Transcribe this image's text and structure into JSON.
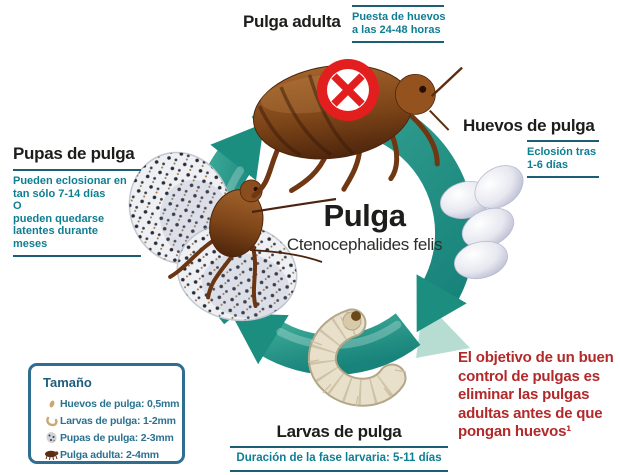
{
  "infographic": {
    "center_title": "Pulga",
    "center_subtitle": "Ctenocephalides felis"
  },
  "stages": {
    "adult": {
      "title": "Pulga adulta",
      "note_line1": "Puesta de huevos",
      "note_line2": "a las 24-48 horas"
    },
    "eggs": {
      "title": "Huevos de pulga",
      "note_line1": "Eclosión tras",
      "note_line2": "1-6 días"
    },
    "pupae": {
      "title": "Pupas de pulga",
      "note_lines": [
        "Pueden eclosionar en",
        "tan sólo 7-14 días",
        "O",
        "pueden quedarse",
        "latentes durante",
        "meses"
      ]
    },
    "larvae": {
      "title": "Larvas de pulga",
      "note": "Duración de la fase larvaria: 5-11 días"
    }
  },
  "size_legend": {
    "title": "Tamaño",
    "items": [
      {
        "icon": "egg-icon",
        "label": "Huevos de pulga: 0,5mm"
      },
      {
        "icon": "larva-icon",
        "label": "Larvas de pulga: 1-2mm"
      },
      {
        "icon": "pupa-icon",
        "label": "Pupas de pulga: 2-3mm"
      },
      {
        "icon": "adult-flea-icon",
        "label": "Pulga adulta: 2-4mm"
      }
    ]
  },
  "callout": {
    "text": "El objetivo de un buen control de pulgas es eliminar las pulgas adultas antes de que pongan huevos¹"
  },
  "colors": {
    "arrow_teal": "#23988b",
    "arrow_teal_dark": "#17837a",
    "arrow_mint_highlight": "#b7ddd3",
    "note_text_teal": "#0e7e93",
    "rule_navy": "#1c5f74",
    "heading_dark": "#1d1d1b",
    "callout_red": "#b2292a",
    "prohibition_red": "#e31e1e",
    "legend_border_blue": "#2f6e90",
    "flea_brown": "#7c4418"
  }
}
